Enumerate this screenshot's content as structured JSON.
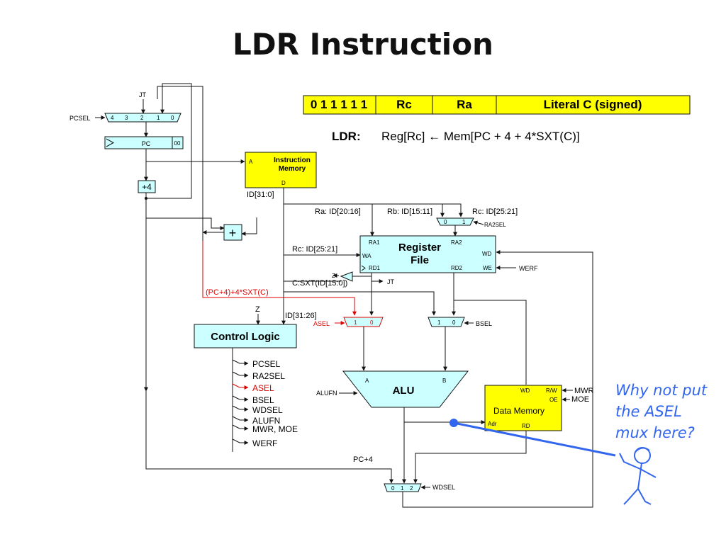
{
  "title": "LDR Instruction",
  "colors": {
    "cyan": "#ccffff",
    "yellow": "#ffff00",
    "red": "#e00000",
    "blue": "#3366ee",
    "wire": "#111111"
  },
  "encoding": {
    "opcode": "0 1 1 1 1 1",
    "rc": "Rc",
    "ra": "Ra",
    "literal": "Literal C (signed)"
  },
  "equation": {
    "label": "LDR:",
    "text": "Reg[Rc] ← Mem[PC + 4 + 4*SXT(C)]"
  },
  "pcsel_mux": {
    "label": "PCSEL",
    "inputs": [
      "4",
      "3",
      "2",
      "1",
      "0"
    ],
    "jt": "JT"
  },
  "pc": {
    "label": "PC",
    "lsb": "00"
  },
  "plus4": "+4",
  "adder": "+",
  "imem": {
    "title1": "Instruction",
    "title2": "Memory",
    "port_a": "A",
    "port_d": "D",
    "out": "ID[31:0]"
  },
  "fields": {
    "ra": "Ra: ID[20:16]",
    "rb": "Rb: ID[15:11]",
    "rc_top": "Rc: ID[25:21]",
    "rc_wa": "Rc: ID[25:21]",
    "sxt": "C:SXT(ID[15:0])",
    "branch": "(PC+4)+4*SXT(C)",
    "opcode": "ID[31:26]",
    "z_sxt": "Z",
    "z_ctl": "Z"
  },
  "ra2sel": {
    "label": "RA2SEL",
    "inputs": [
      "0",
      "1"
    ]
  },
  "regfile": {
    "title1": "Register",
    "title2": "File",
    "ra1": "RA1",
    "ra2": "RA2",
    "wa": "WA",
    "wd": "WD",
    "rd1": "RD1",
    "rd2": "RD2",
    "we": "WE",
    "werf": "WERF"
  },
  "jt_label": "JT",
  "asel": {
    "label": "ASEL",
    "inputs": [
      "1",
      "0"
    ]
  },
  "bsel": {
    "label": "BSEL",
    "inputs": [
      "1",
      "0"
    ]
  },
  "control": {
    "title": "Control Logic",
    "signals": [
      "PCSEL",
      "RA2SEL",
      "ASEL",
      "BSEL",
      "WDSEL",
      "ALUFN",
      "MWR, MOE",
      "WERF"
    ],
    "highlight": "ASEL"
  },
  "alu": {
    "title": "ALU",
    "a": "A",
    "b": "B",
    "fn": "ALUFN"
  },
  "dmem": {
    "title": "Data Memory",
    "wd": "WD",
    "rw": "R/W",
    "oe": "OE",
    "adr": "Adr",
    "rd": "RD",
    "mwr": "MWR",
    "moe": "MOE"
  },
  "wdsel": {
    "label": "WDSEL",
    "inputs": [
      "0",
      "1",
      "2"
    ],
    "pc4": "PC+4"
  },
  "annotation": {
    "line1": "Why not put",
    "line2": "the ASEL",
    "line3": "mux here?"
  }
}
